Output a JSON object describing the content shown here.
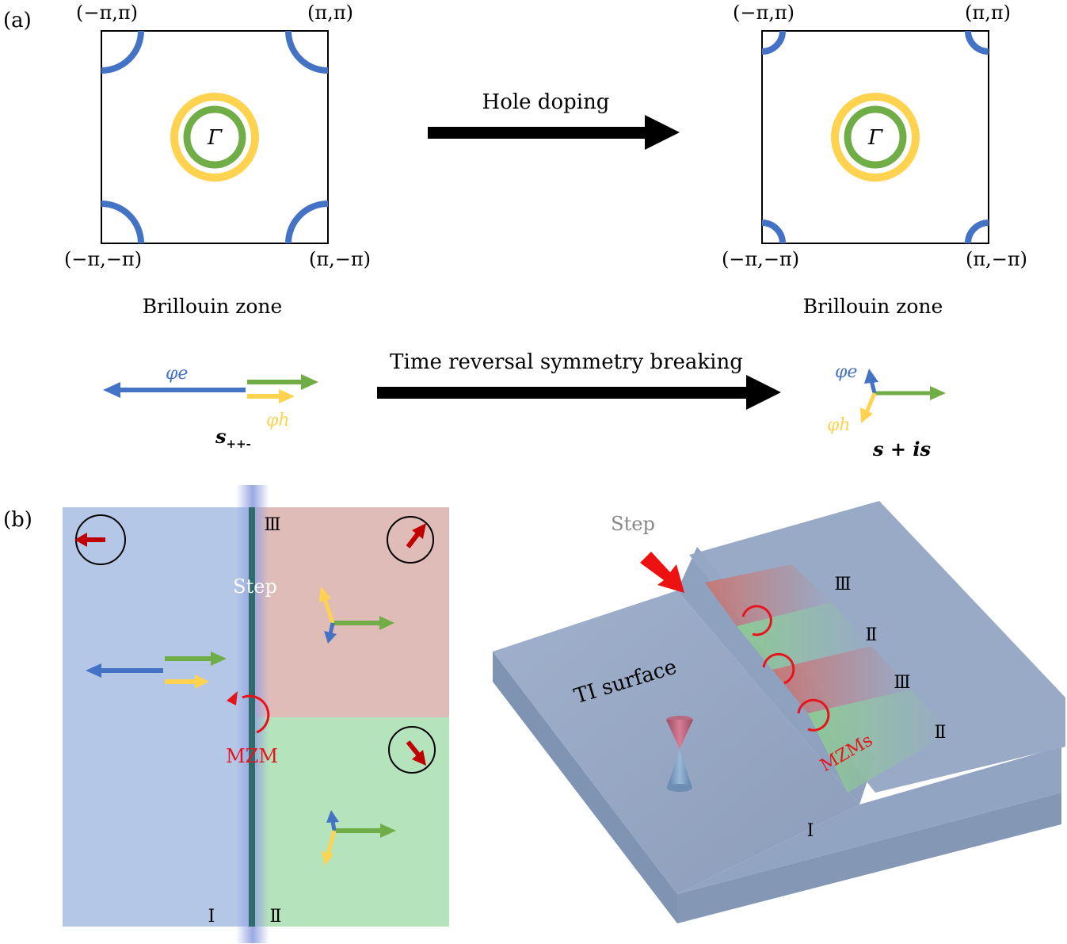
{
  "panel_a": {
    "label": "(a)",
    "left_bz": {
      "corner_tl": "(−π,π)",
      "corner_tr": "(π,π)",
      "corner_bl": "(−π,−π)",
      "corner_br": "(π,−π)",
      "center": "Γ",
      "caption": "Brillouin zone"
    },
    "right_bz": {
      "corner_tl": "(−π,π)",
      "corner_tr": "(π,π)",
      "corner_bl": "(−π,−π)",
      "corner_br": "(π,−π)",
      "center": "Γ",
      "caption": "Brillouin zone"
    },
    "doping_label": "Hole doping",
    "trsb_label": "Time reversal symmetry breaking",
    "left_phase": {
      "phi_e": "φe",
      "phi_h": "φh",
      "state_main": "s",
      "state_sub": "++-"
    },
    "right_phase": {
      "phi_e": "φe",
      "phi_h": "φh",
      "state": "s + is"
    }
  },
  "panel_b": {
    "label": "(b)",
    "left": {
      "region_i": "Ⅰ",
      "region_ii": "Ⅱ",
      "region_iii": "Ⅲ",
      "step": "Step",
      "mzm": "MZM"
    },
    "right": {
      "step": "Step",
      "surface": "TI surface",
      "mzms": "MZMs",
      "r3a": "Ⅲ",
      "r2a": "Ⅱ",
      "r3b": "Ⅲ",
      "r2b": "Ⅱ",
      "r1": "Ⅰ"
    }
  },
  "colors": {
    "blue": "#4472c4",
    "green": "#70ad47",
    "yellow": "#ffd34f",
    "red": "#e8141c",
    "darkred": "#c00000",
    "region_blue": "#b4c7e7",
    "region_red": "#e0bcb8",
    "region_green": "#b5e3bb",
    "slab": "#8fa3c2"
  }
}
